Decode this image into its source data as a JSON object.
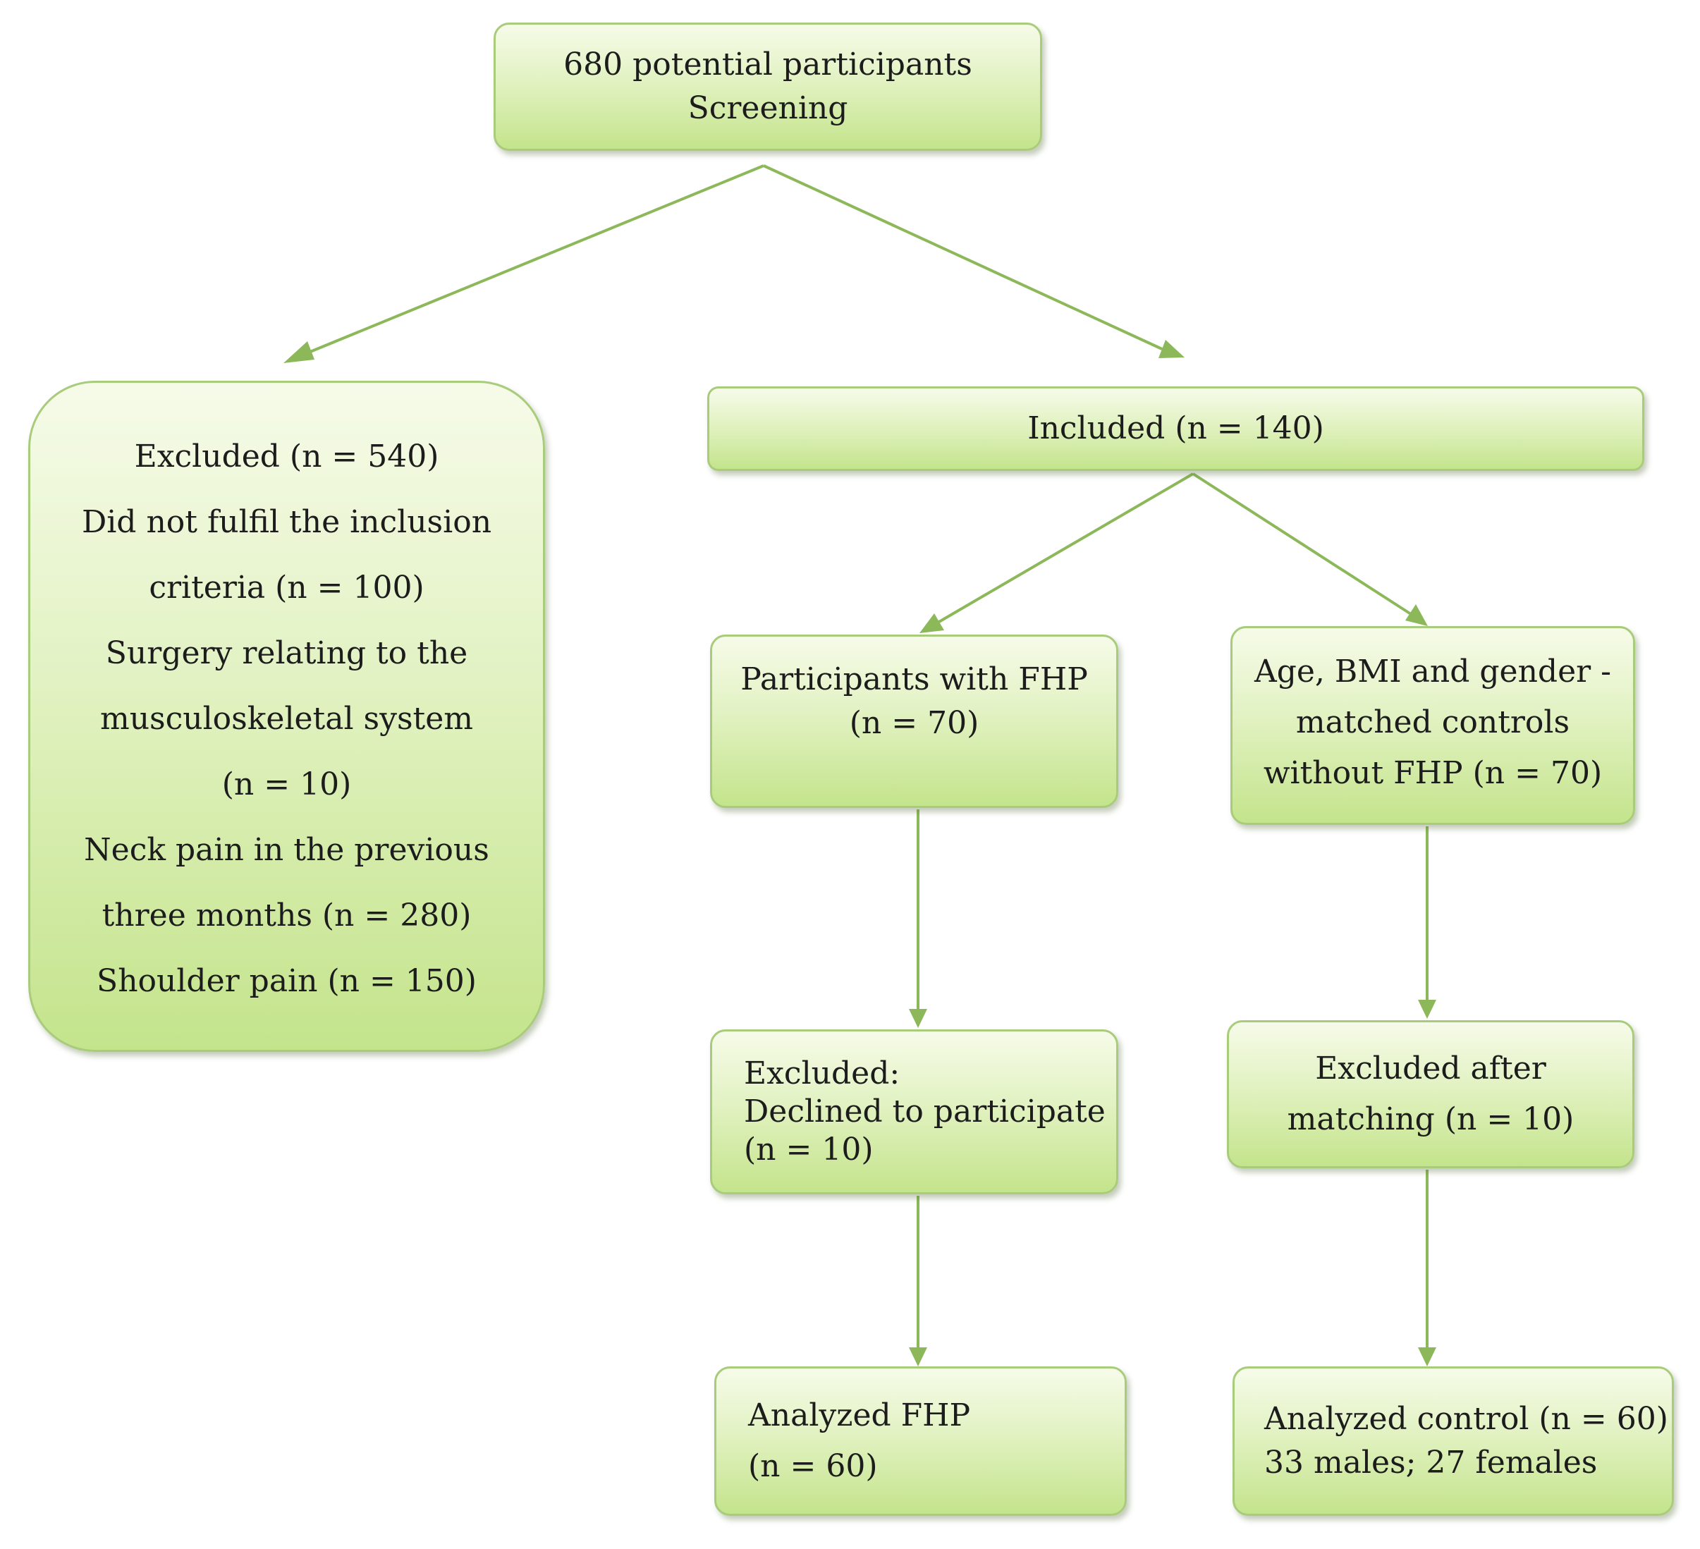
{
  "colors": {
    "connector": "#8cb85a",
    "box_border": "#a8cc7c",
    "box_fill_top": "#f6fbe9",
    "box_fill_bottom": "#c4e48c"
  },
  "screening": {
    "line1": "680 potential participants",
    "line2": "Screening"
  },
  "excluded_main": {
    "lines": [
      "Excluded (n = 540)",
      "Did not fulfil the inclusion",
      "criteria (n = 100)",
      "Surgery relating to the",
      "musculoskeletal system",
      "(n = 10)",
      "Neck pain in the previous",
      "three months (n = 280)",
      "Shoulder pain (n = 150)"
    ]
  },
  "included": {
    "label": "Included (n = 140)"
  },
  "fhp_group": {
    "lines": [
      "Participants with FHP",
      "(n = 70)"
    ]
  },
  "control_group": {
    "lines": [
      "Age, BMI and gender -",
      "matched controls",
      "without FHP (n = 70)"
    ]
  },
  "fhp_excluded": {
    "lines": [
      "Excluded:",
      "Declined to participate",
      "(n = 10)"
    ]
  },
  "control_excluded": {
    "lines": [
      "Excluded after",
      "matching (n = 10)"
    ]
  },
  "fhp_analyzed": {
    "lines": [
      "Analyzed FHP",
      "(n = 60)"
    ]
  },
  "control_analyzed": {
    "lines": [
      "Analyzed control (n = 60)",
      "33 males; 27 females"
    ]
  }
}
